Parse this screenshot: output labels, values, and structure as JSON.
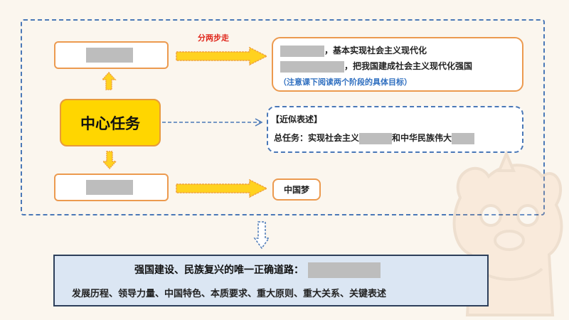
{
  "center_task": "中心任务",
  "step_label": "分两步走",
  "step_goals": {
    "line1_text": "，基本实现社会主义现代化",
    "line2_text": "，把我国建成社会主义现代化强国",
    "note": "（注意课下阅读两个阶段的具体目标）"
  },
  "approx": {
    "title": "【近似表述】",
    "line_prefix": "总任务：实现社会主义",
    "line_middle": "和中华民族伟大"
  },
  "china_dream": "中国梦",
  "bottom": {
    "line1": "强国建设、民族复兴的唯一正确道路：",
    "line2": "发展历程、领导力量、中国特色、本质要求、重大原则、重大关系、关键表述"
  },
  "colors": {
    "arrow_fill": "#ffd21f",
    "arrow_stroke": "#f0a23a",
    "dashed_blue": "#4a78b7",
    "box_border": "#ec9a4f",
    "center_fill": "#ffd600",
    "bottom_fill": "#dbe6f3"
  }
}
